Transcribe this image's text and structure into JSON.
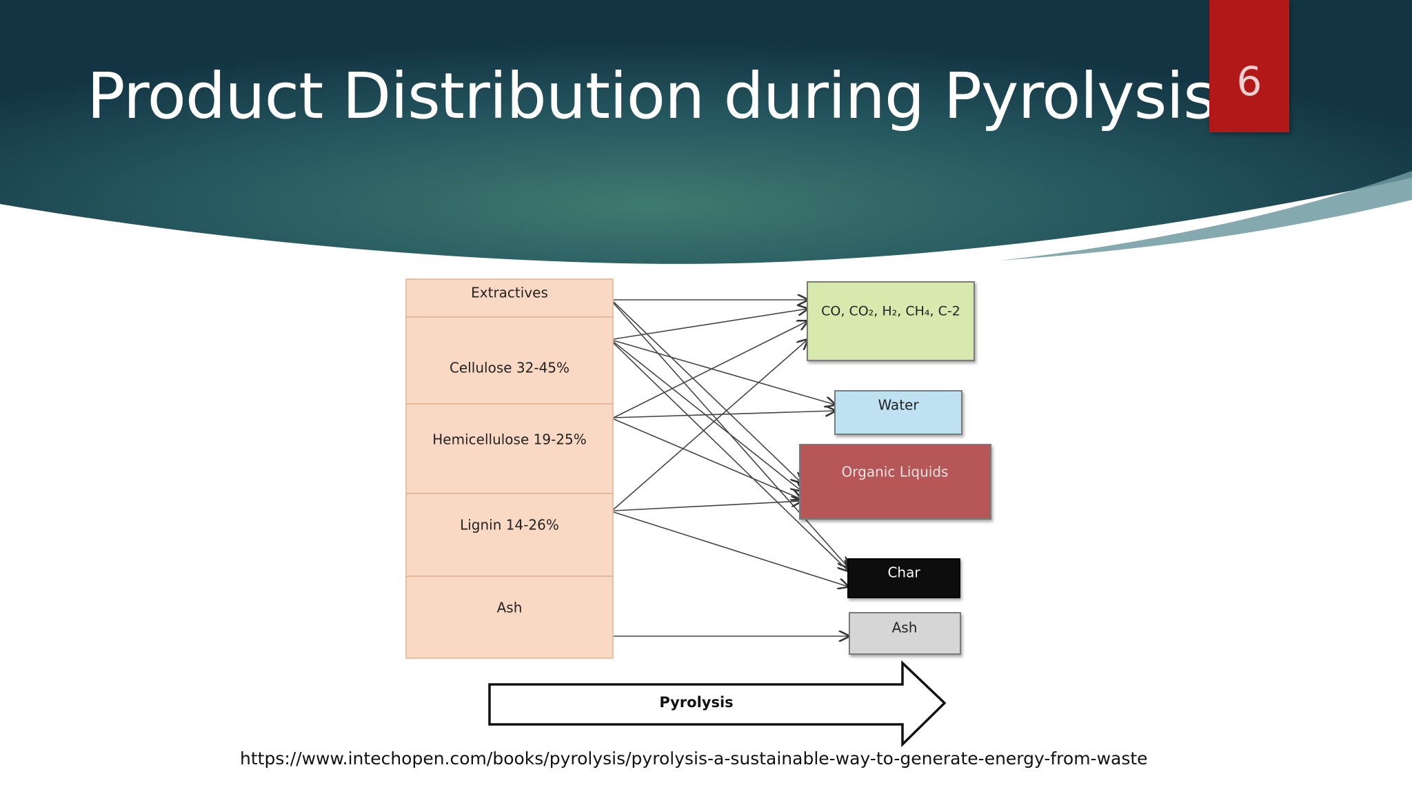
{
  "slide": {
    "title": "Product Distribution during Pyrolysis",
    "number": "6",
    "source_url": "https://www.intechopen.com/books/pyrolysis/pyrolysis-a-sustainable-way-to-generate-energy-from-waste"
  },
  "diagram": {
    "inputs": [
      {
        "id": "extractives",
        "label": "Extractives"
      },
      {
        "id": "cellulose",
        "label": "Cellulose 32-45%"
      },
      {
        "id": "hemicellulose",
        "label": "Hemicellulose 19-25%"
      },
      {
        "id": "lignin",
        "label": "Lignin 14-26%"
      },
      {
        "id": "ash-in",
        "label": "Ash"
      }
    ],
    "products": [
      {
        "id": "gases",
        "label": "CO, CO₂, H₂, CH₄, C-2",
        "fill": "#d7e9ac",
        "text_color": "#222222"
      },
      {
        "id": "water",
        "label": "Water",
        "fill": "#bfe2f2",
        "text_color": "#222222"
      },
      {
        "id": "organic-liquids",
        "label": "Organic Liquids",
        "fill": "#b65757",
        "text_color": "#f2e4e4"
      },
      {
        "id": "char",
        "label": "Char",
        "fill": "#0b0b0b",
        "text_color": "#ffffff"
      },
      {
        "id": "ash-out",
        "label": "Ash",
        "fill": "#d6d6d6",
        "text_color": "#222222"
      }
    ],
    "arrow_label": "Pyrolysis",
    "colors": {
      "input_fill": "#fad9c4",
      "input_border": "#e2b08f",
      "header_dark": "#163a47",
      "header_light": "#3f7a70",
      "slide_number_bg": "#b21818"
    }
  }
}
